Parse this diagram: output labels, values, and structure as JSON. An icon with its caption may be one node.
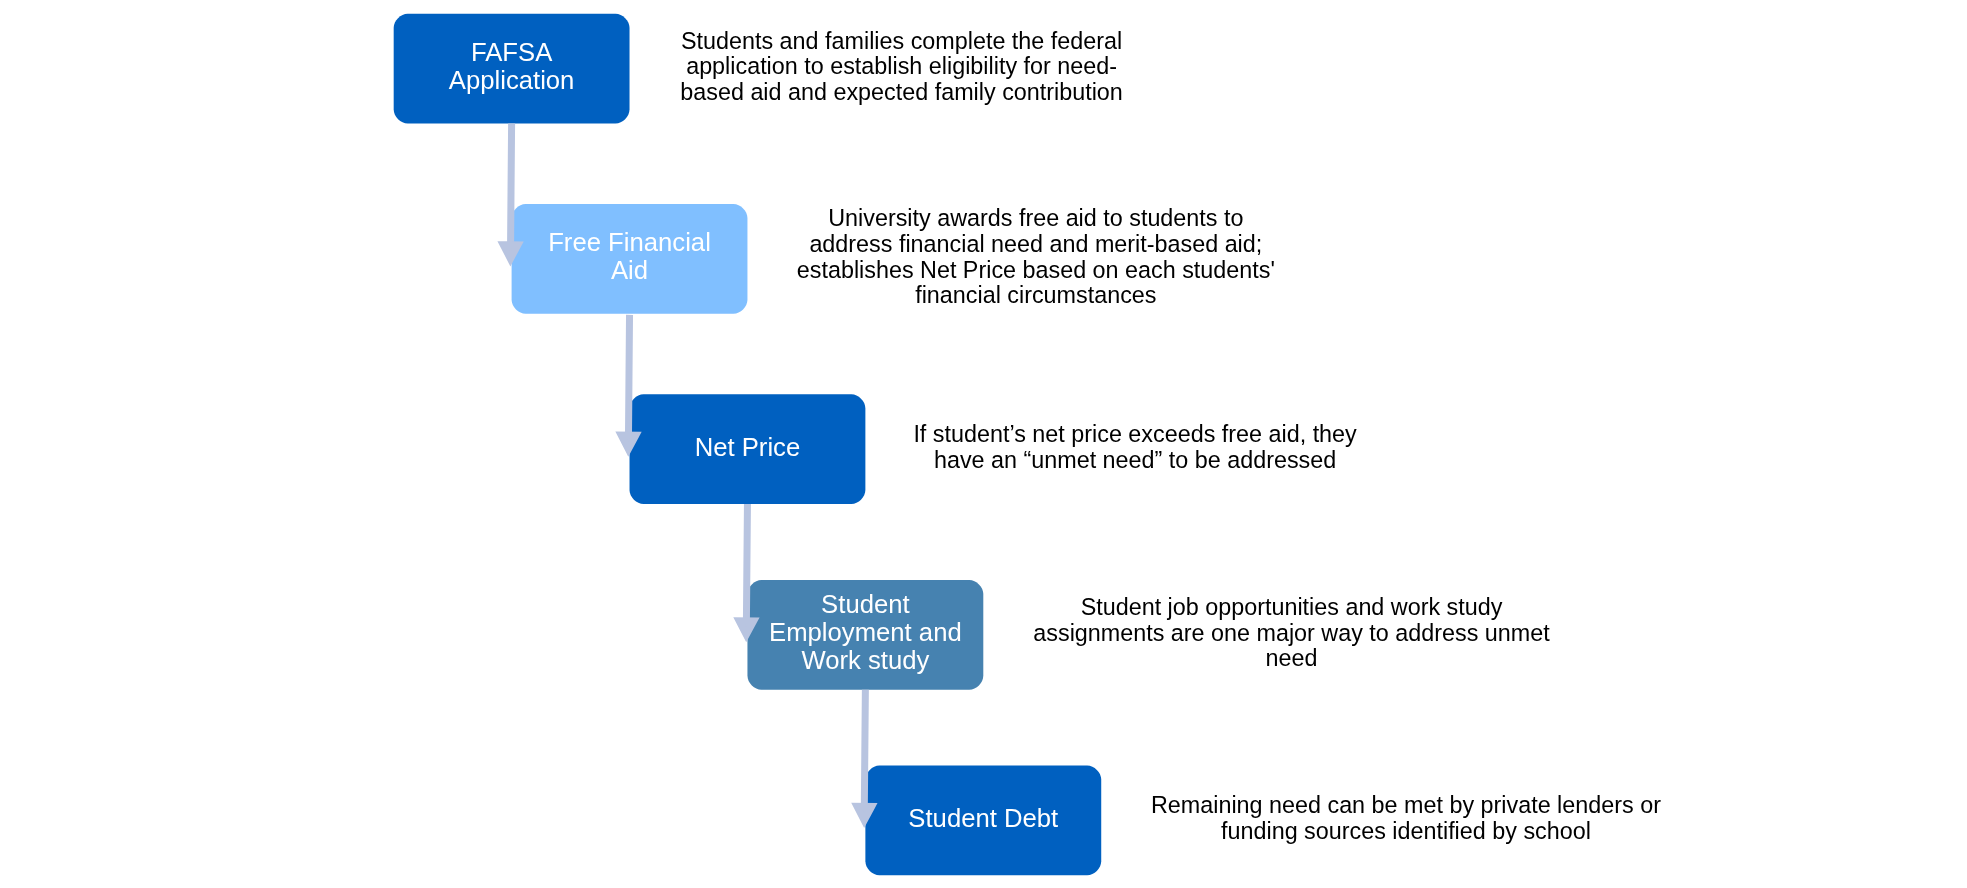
{
  "diagram": {
    "nodes": [
      {
        "text": [
          "FAFSA Application"
        ],
        "beside": [
          "Students and families complete the federal application to establish eligibility for need-based aid and expected family contribution"
        ]
      },
      {
        "text": [
          "Free Financial Aid"
        ],
        "beside": [
          "University awards free aid to students to address financial need and merit-based aid; establishes Net Price based on each students' financial circumstances"
        ]
      },
      {
        "text": [
          "Net Price"
        ],
        "beside": [
          "If student’s net price exceeds free aid, they have an “unmet need” to be addressed"
        ]
      },
      {
        "text": [
          "Student Employment and Work study"
        ],
        "beside": [
          "Student job opportunities and work study assignments are one major way to address unmet need"
        ]
      },
      {
        "text": [
          "Student Debt"
        ],
        "beside": [
          "Remaining need can be met by private lenders or funding sources identified by school"
        ]
      }
    ],
    "edges": [
      {
        "from": 0,
        "to": 1,
        "arrow": "to"
      },
      {
        "from": 1,
        "to": 2,
        "arrow": "to"
      },
      {
        "from": 2,
        "to": 3,
        "arrow": "to"
      },
      {
        "from": 3,
        "to": 4,
        "arrow": "to"
      }
    ]
  }
}
